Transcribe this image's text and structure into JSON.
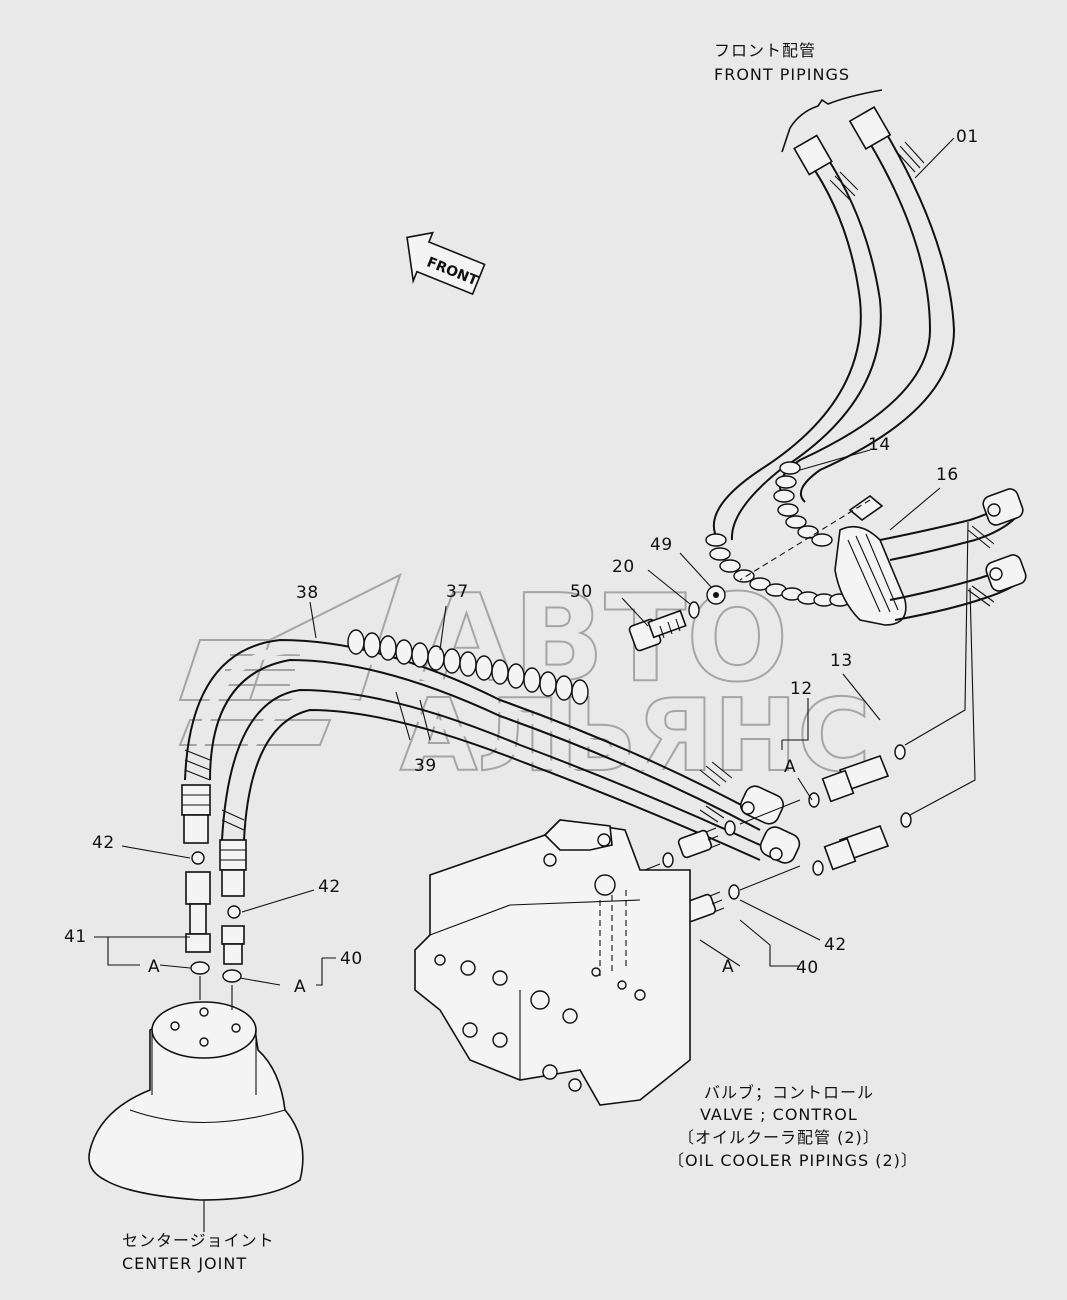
{
  "captions": {
    "front_piping_jp": "フロント配管",
    "front_piping_en": "FRONT PIPINGS",
    "valve_jp": "バルブ；コントロール",
    "valve_en": "VALVE ; CONTROL",
    "oil_cooler_jp": "〔オイルクーラ配管 (2)〕",
    "oil_cooler_en": "〔OIL COOLER PIPINGS (2)〕",
    "center_joint_jp": "センタージョイント",
    "center_joint_en": "CENTER JOINT",
    "front_arrow": "FRONT"
  },
  "watermark": {
    "line1": "АВТО",
    "line2": "АЛЬЯНС"
  },
  "part_labels": {
    "p01": "01",
    "p14": "14",
    "p16": "16",
    "p49": "49",
    "p20": "20",
    "p50": "50",
    "p38": "38",
    "p37": "37",
    "p13": "13",
    "p12": "12",
    "p39": "39",
    "pA1": "A",
    "p42a": "42",
    "p42b": "42",
    "p41": "41",
    "pA2": "A",
    "p40a": "40",
    "pA3": "A",
    "p42c": "42",
    "pA4": "A",
    "p40b": "40"
  }
}
